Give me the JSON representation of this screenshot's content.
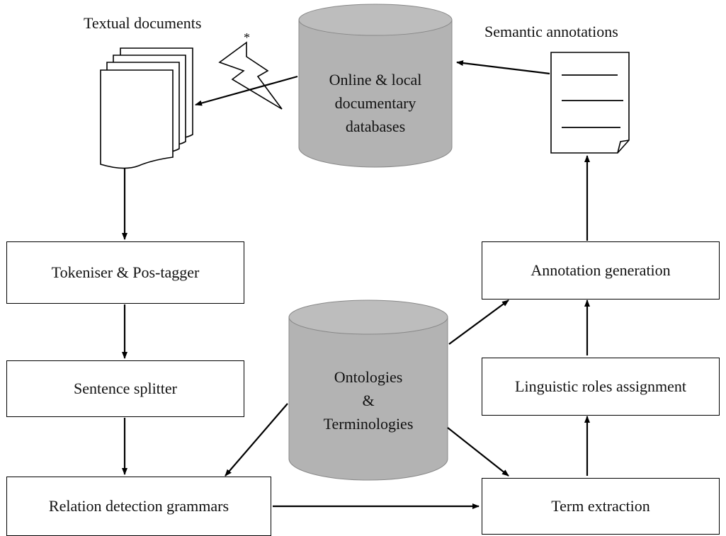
{
  "colors": {
    "cylinder_fill": "#b3b3b3",
    "line": "#000000",
    "box_fill": "#ffffff"
  },
  "top_labels": {
    "textual_documents": "Textual documents",
    "semantic_annotations": "Semantic annotations",
    "lightning_marker": "*"
  },
  "cylinders": {
    "databases": {
      "line1": "Online & local",
      "line2": "documentary",
      "line3": "databases"
    },
    "ontologies": {
      "line1": "Ontologies",
      "line2": "&",
      "line3": "Terminologies"
    }
  },
  "boxes": {
    "tokeniser": "Tokeniser & Pos-tagger",
    "sentence_splitter": "Sentence splitter",
    "relation_detection": "Relation detection grammars",
    "annotation_generation": "Annotation generation",
    "linguistic_roles": "Linguistic roles assignment",
    "term_extraction": "Term extraction"
  },
  "icons": {
    "documents": "stacked-documents-icon",
    "annotation_doc": "annotation-document-icon",
    "lightning": "lightning-bolt-icon"
  }
}
